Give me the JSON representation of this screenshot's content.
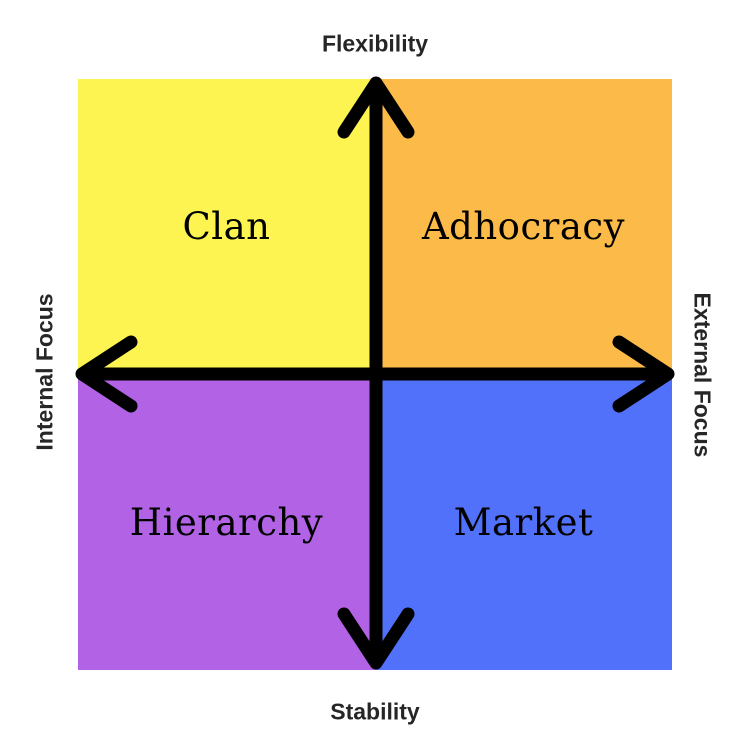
{
  "axes": {
    "top": "Flexibility",
    "bottom": "Stability",
    "left": "Internal Focus",
    "right": "External Focus"
  },
  "quadrants": [
    {
      "position": "top-left",
      "label": "Clan",
      "color": "#FDF451"
    },
    {
      "position": "top-right",
      "label": "Adhocracy",
      "color": "#FCBB48"
    },
    {
      "position": "bottom-left",
      "label": "Hierarchy",
      "color": "#B262E5"
    },
    {
      "position": "bottom-right",
      "label": "Market",
      "color": "#5271FA"
    }
  ],
  "colors": {
    "arrow": "#000000",
    "axis_text": "#262626",
    "background": "#FFFFFF"
  }
}
